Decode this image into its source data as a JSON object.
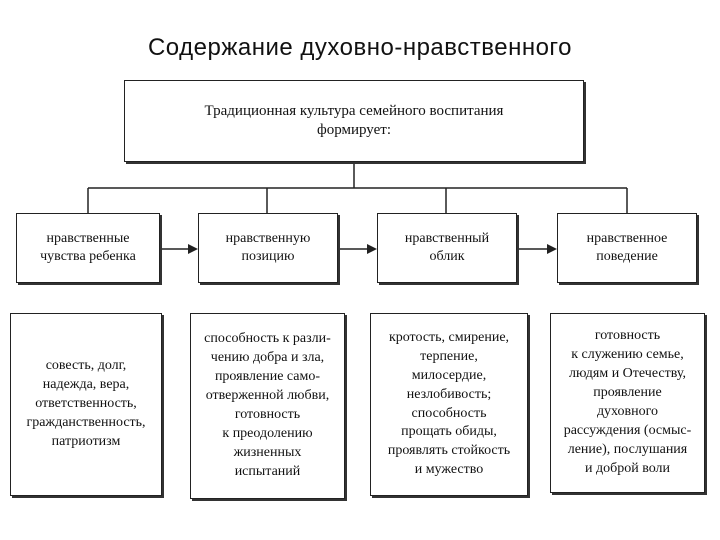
{
  "title": "Содержание духовно-нравственного",
  "top_box": "Традиционная культура семейного воспитания\nформирует:",
  "categories": [
    "нравственные\nчувства ребенка",
    "нравственную\nпозицию",
    "нравственный\nоблик",
    "нравственное\nповедение"
  ],
  "details": [
    "совесть, долг,\nнадежда, вера,\nответственность,\nгражданственность,\nпатриотизм",
    "способность к разли-\nчению добра и зла,\nпроявление само-\nотверженной любви,\nготовность\nк преодолению\nжизненных\nиспытаний",
    "кротость, смирение,\nтерпение,\nмилосердие,\nнезлобивость;\nспособность\nпрощать обиды,\nпроявлять стойкость\nи мужество",
    "готовность\nк служению семье,\nлюдям и Отечеству,\nпроявление\nдуховного\nрассуждения (осмыс-\nление), послушания\nи доброй воли"
  ]
}
